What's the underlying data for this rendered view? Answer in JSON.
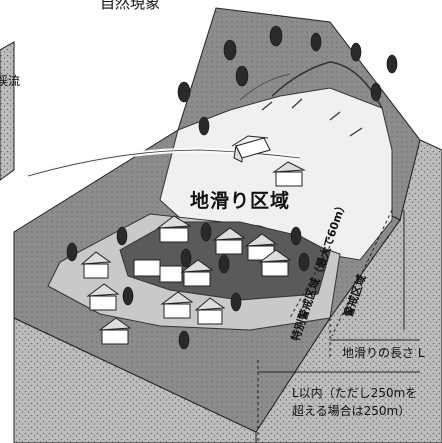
{
  "labels": {
    "top_caption": "自然現象",
    "left_label": "渓流",
    "main_label": "地滑り区域",
    "special_zone": "特別警戒区域（最大で60m）",
    "warning_zone": "警戒区域",
    "landslide_length": "地滑りの長さ L",
    "note_line1": "L以内（ただし250mを",
    "note_line2": "超える場合は250m）"
  },
  "colors": {
    "grass": "#8c8c8c",
    "slip_surface": "#f0f0f0",
    "special_zone": "#5a5a5a",
    "warning_zone": "#c9c9c9",
    "soil_front": "#b9b9b9",
    "soil_side": "#a6a6a6",
    "tree": "#2a2a2a"
  }
}
